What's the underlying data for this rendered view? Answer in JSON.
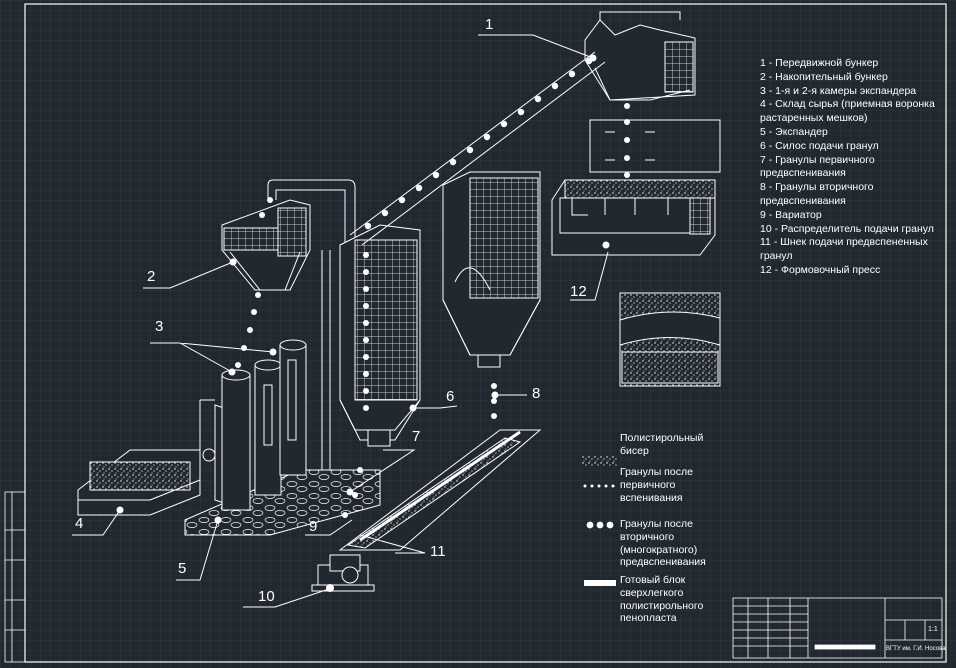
{
  "callouts": [
    "1",
    "2",
    "3",
    "4",
    "5",
    "6",
    "7",
    "8",
    "9",
    "10",
    "11",
    "12"
  ],
  "legend": [
    "1 - Передвижной бункер",
    "2 - Накопительный бункер",
    "3 - 1-я и 2-я камеры экспандера",
    "4 - Склад сырья (приемная воронка растаренных мешков)",
    "5 - Экспандер",
    "6 - Силос подачи гранул",
    "7 - Гранулы первичного предвспенивания",
    "8 - Гранулы вторичного предвспенивания",
    "9 - Вариатор",
    "10 - Распределитель подачи гранул",
    "11 - Шнек подачи предвспененных гранул",
    "12 - Формовочный пресс"
  ],
  "materials": [
    {
      "label": "Полистирольный\nбисер",
      "icon": "bead-swatch-icon"
    },
    {
      "label": "Гранулы после\nпервичного\nвспенивания",
      "icon": "primary-granule-swatch-icon"
    },
    {
      "label": "Гранулы после\nвторичного\n(многократного)\nпредвспенивания",
      "icon": "secondary-granule-swatch-icon"
    },
    {
      "label": "Готовый блок\nсверхлегкого\nполистирольного\nпенопласта",
      "icon": "finished-block-swatch-icon"
    }
  ],
  "title_block": {
    "scale": "1:1",
    "org": "ВГТУ им. Г.И. Носова"
  },
  "colors": {
    "background": "#212830",
    "lines": "#ffffff",
    "frame": "#ffffff"
  }
}
